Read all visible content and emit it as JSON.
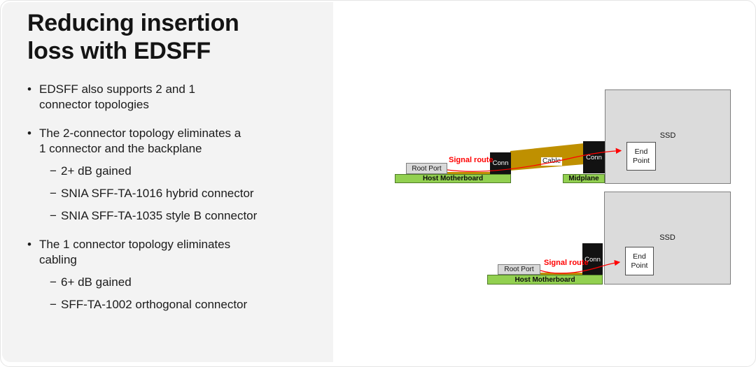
{
  "slide": {
    "title": [
      "Reducing insertion",
      "loss with EDSFF"
    ],
    "bullets": [
      {
        "level": 1,
        "lines": [
          "EDSFF also supports 2 and 1",
          "connector topologies"
        ]
      },
      {
        "level": 1,
        "lines": [
          "The 2-connector topology eliminates a",
          "1 connector and the backplane"
        ]
      },
      {
        "level": 2,
        "lines": [
          "2+ dB gained"
        ]
      },
      {
        "level": 2,
        "lines": [
          "SNIA SFF-TA-1016 hybrid connector"
        ]
      },
      {
        "level": 2,
        "lines": [
          "SNIA SFF-TA-1035 style B connector"
        ]
      },
      {
        "level": 1,
        "lines": [
          "The 1 connector topology eliminates",
          "cabling"
        ]
      },
      {
        "level": 2,
        "lines": [
          "6+ dB gained"
        ]
      },
      {
        "level": 2,
        "lines": [
          "SFF-TA-1002 orthogonal connector"
        ]
      }
    ],
    "glyphs": {
      "bullet": "•",
      "dash": "−"
    }
  },
  "diagram_top": {
    "ssd": "SSD",
    "endpoint": [
      "End",
      "Point"
    ],
    "conn_left": "Conn",
    "conn_right": "Conn",
    "cable": "Cable",
    "root_port": "Root Port",
    "host": "Host Motherboard",
    "midplane": "Midplane",
    "signal": "Signal route"
  },
  "diagram_bottom": {
    "ssd": "SSD",
    "endpoint": [
      "End",
      "Point"
    ],
    "conn": "Conn",
    "root_port": "Root Port",
    "host": "Host Motherboard",
    "signal": "Signal route"
  },
  "colors": {
    "panel_gray": "#f3f3f3",
    "board_green": "#92d050",
    "cable_olive": "#bf9000",
    "signal_red": "#ff0000",
    "ssd_gray": "#dbdbdb",
    "conn_black": "#121212"
  }
}
